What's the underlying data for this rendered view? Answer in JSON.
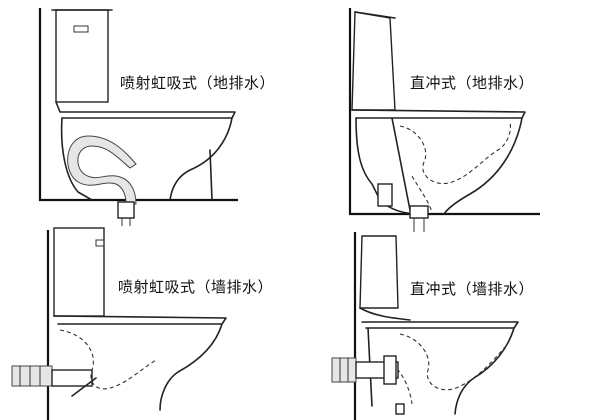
{
  "diagram": {
    "panels": [
      {
        "label": "喷射虹吸式（地排水）"
      },
      {
        "label": "直冲式（地排水）"
      },
      {
        "label": "喷射虹吸式（墙排水）"
      },
      {
        "label": "直冲式（墙排水）"
      }
    ]
  }
}
